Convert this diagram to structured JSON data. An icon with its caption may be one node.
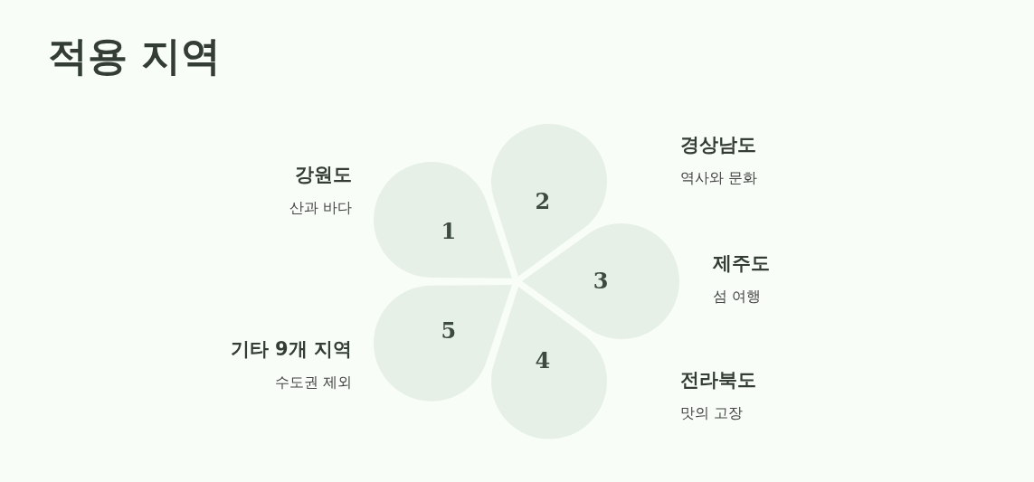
{
  "diagram": {
    "title": "적용 지역",
    "nodes": [
      {
        "text": [
          "1"
        ],
        "beside": [
          "강원도",
          "산과 바다"
        ]
      },
      {
        "text": [
          "2"
        ],
        "beside": [
          "경상남도",
          "역사와 문화"
        ]
      },
      {
        "text": [
          "3"
        ],
        "beside": [
          "제주도",
          "섬 여행"
        ]
      },
      {
        "text": [
          "4"
        ],
        "beside": [
          "전라북도",
          "맛의 고장"
        ]
      },
      {
        "text": [
          "5"
        ],
        "beside": [
          "기타 9개 지역",
          "수도권 제외"
        ]
      }
    ]
  }
}
